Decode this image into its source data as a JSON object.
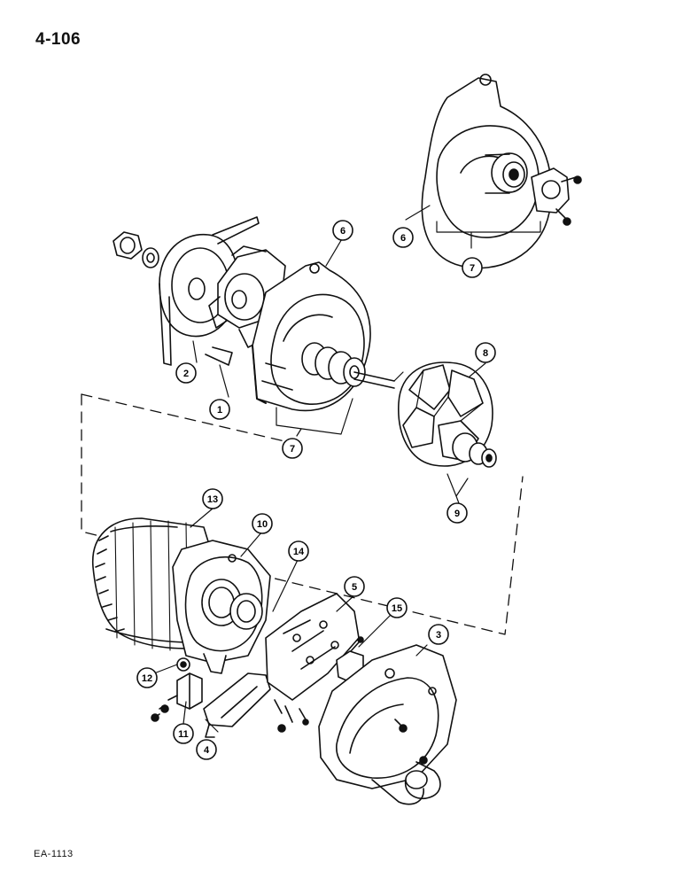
{
  "page": {
    "number": "4-106",
    "figure_code": "EA-1113"
  },
  "callouts": [
    {
      "id": "c1",
      "label": "1"
    },
    {
      "id": "c2",
      "label": "2"
    },
    {
      "id": "c3",
      "label": "3"
    },
    {
      "id": "c4",
      "label": "4"
    },
    {
      "id": "c5",
      "label": "5"
    },
    {
      "id": "c6a",
      "label": "6"
    },
    {
      "id": "c6b",
      "label": "6"
    },
    {
      "id": "c7a",
      "label": "7"
    },
    {
      "id": "c7b",
      "label": "7"
    },
    {
      "id": "c8",
      "label": "8"
    },
    {
      "id": "c9",
      "label": "9"
    },
    {
      "id": "c10",
      "label": "10"
    },
    {
      "id": "c11",
      "label": "11"
    },
    {
      "id": "c12",
      "label": "12"
    },
    {
      "id": "c13",
      "label": "13"
    },
    {
      "id": "c14",
      "label": "14"
    },
    {
      "id": "c15",
      "label": "15"
    }
  ]
}
